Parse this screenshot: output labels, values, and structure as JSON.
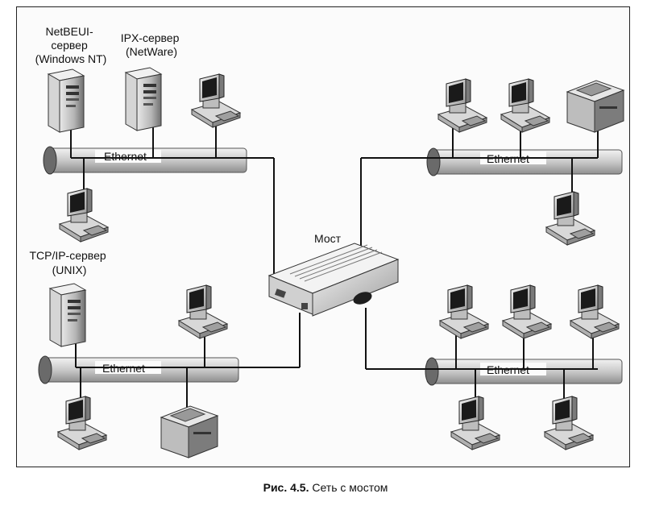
{
  "labels": {
    "netbeui_server": [
      "NetBEUI-",
      "сервер",
      "(Windows NT)"
    ],
    "ipx_server": [
      "IPX-сервер",
      "(NetWare)"
    ],
    "tcpip_server": [
      "TCP/IP-сервер",
      "(UNIX)"
    ],
    "bridge": "Мост",
    "ethernet": "Ethernet"
  },
  "caption": {
    "number": "Рис. 4.5.",
    "text": "Сеть с мостом"
  },
  "colors": {
    "cable_light": "#e2e2e2",
    "cable_dark": "#8a8a8a",
    "device_body": "#cfcfcf",
    "screen": "#1a1a1a",
    "line": "#111111"
  }
}
